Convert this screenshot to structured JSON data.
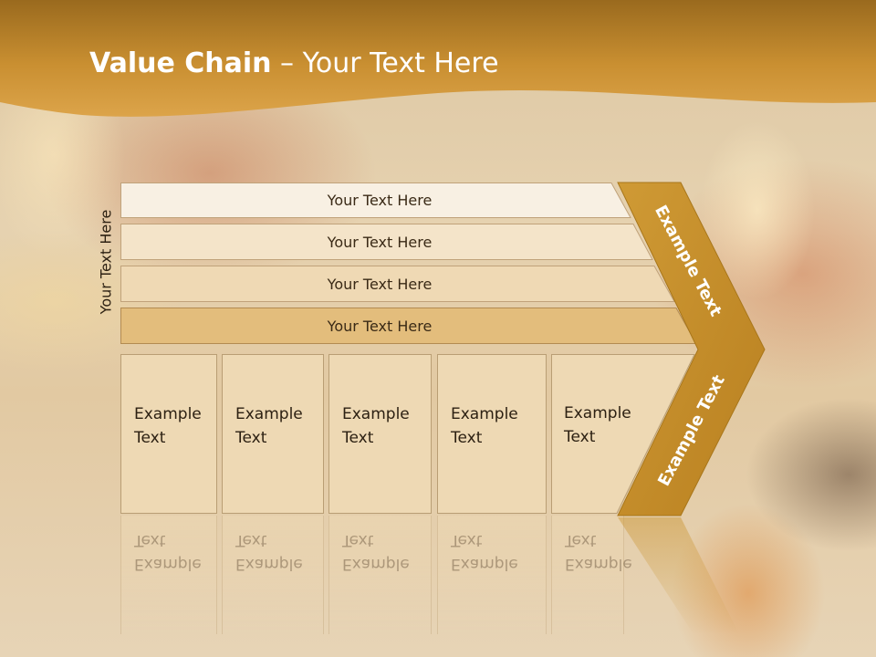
{
  "slide": {
    "title_bold": "Value Chain",
    "title_rest": " – Your Text Here"
  },
  "support_activities": {
    "axis_label": "Your Text Here",
    "bars": [
      {
        "label": "Your Text Here",
        "fill": "#f8f0e3"
      },
      {
        "label": "Your Text Here",
        "fill": "#f4e4c9"
      },
      {
        "label": "Your Text Here",
        "fill": "#efd9b4"
      },
      {
        "label": "Your Text Here",
        "fill": "#e3bd7c"
      }
    ]
  },
  "primary_activities": [
    {
      "label": "Example\nText"
    },
    {
      "label": "Example\nText"
    },
    {
      "label": "Example\nText"
    },
    {
      "label": "Example\nText"
    },
    {
      "label": "Example\nText"
    }
  ],
  "margin": {
    "top_label": "Example Text",
    "bottom_label": "Example Text",
    "color": "#c9922c"
  },
  "colors": {
    "header_gold": "#d39a3a",
    "header_dark": "#9a6a1e",
    "accent": "#c9922c"
  }
}
